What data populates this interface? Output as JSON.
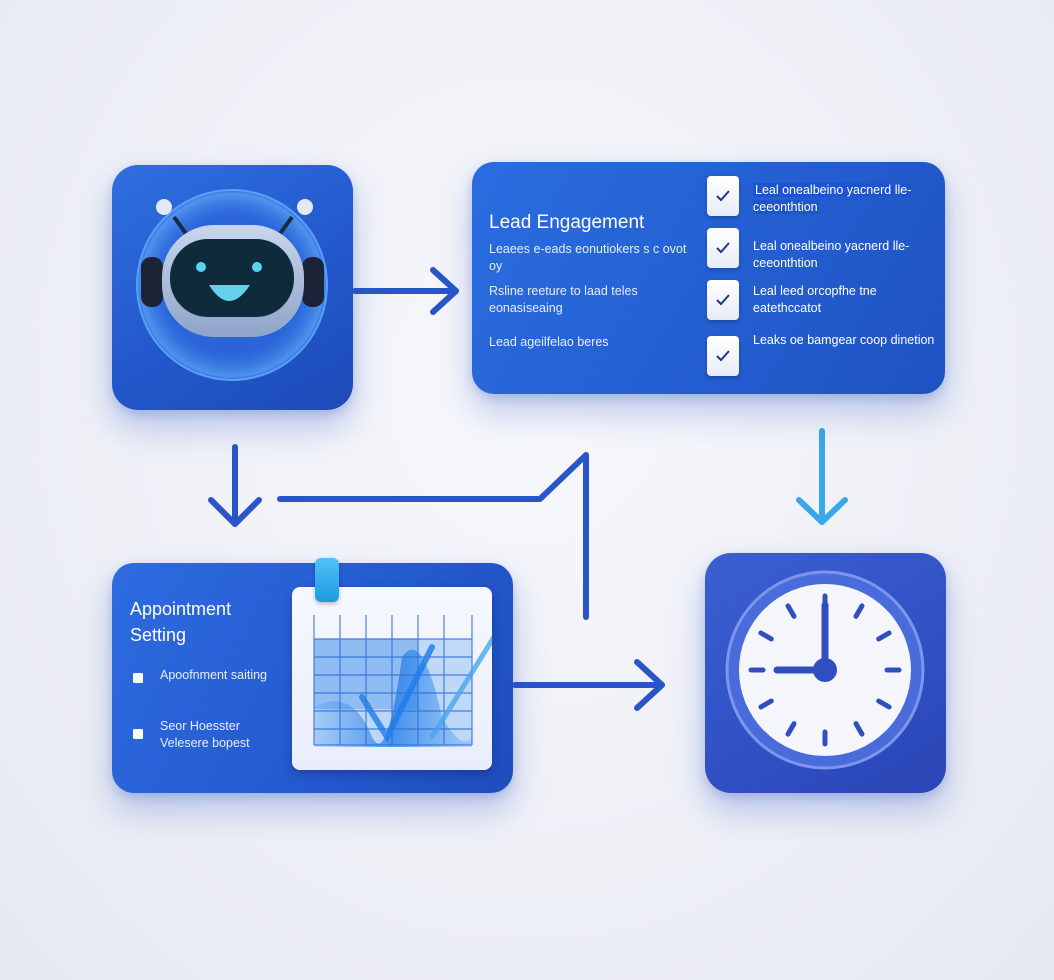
{
  "colors": {
    "arrow": "#2a55c8",
    "arrow_light": "#3aa6ec",
    "card_blue": "#2460d3",
    "clock_blue": "#3050c4"
  },
  "icons": {
    "robot": "robot-icon",
    "calendar": "calendar-icon",
    "clock": "clock-icon",
    "check": "check-icon"
  },
  "lead_engagement": {
    "title": "Lead Engagement",
    "items": [
      {
        "text": "Leaees e-eads eonutiokers s c ovot oy"
      },
      {
        "text": "Rsline reeture to laad teles eonasiseaing"
      },
      {
        "text": "Lead ageilfelao beres"
      }
    ],
    "checklist": [
      {
        "text": "Leal onealbeino yacnerd lle-ceeonthtion"
      },
      {
        "text": "Leal onealbeino yacnerd lle-ceeonthtion"
      },
      {
        "text": "Leal leed orcopfhe tne eatethccatot"
      },
      {
        "text": "Leaks oe bamgear coop dinetion"
      }
    ]
  },
  "appointment_setting": {
    "title": "Appointment Setting",
    "items": [
      {
        "text": "Apoofnment saiting"
      },
      {
        "text": "Seor Hoesster Velesere bopest"
      }
    ]
  }
}
